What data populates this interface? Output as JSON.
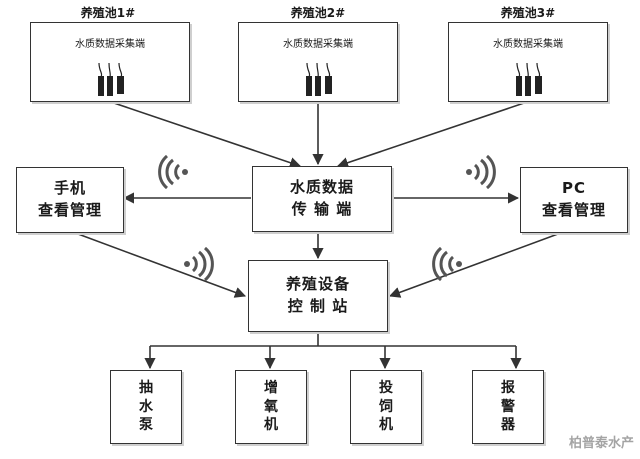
{
  "ponds": [
    {
      "title": "养殖池1#",
      "label": "水质数据采集端"
    },
    {
      "title": "养殖池2#",
      "label": "水质数据采集端"
    },
    {
      "title": "养殖池3#",
      "label": "水质数据采集端"
    }
  ],
  "transmission": {
    "line1": "水质数据",
    "line2": "传 输 端"
  },
  "phone": {
    "line1": "手机",
    "line2": "查看管理"
  },
  "pc": {
    "line1": "PC",
    "line2": "查看管理"
  },
  "control": {
    "line1": "养殖设备",
    "line2": "控 制 站"
  },
  "devices": [
    {
      "chars": [
        "抽",
        "水",
        "泵"
      ]
    },
    {
      "chars": [
        "增",
        "氧",
        "机"
      ]
    },
    {
      "chars": [
        "投",
        "饲",
        "机"
      ]
    },
    {
      "chars": [
        "报",
        "警",
        "器"
      ]
    }
  ],
  "watermark": "柏普泰水产",
  "colors": {
    "line": "#333333",
    "wifi": "#555555"
  }
}
